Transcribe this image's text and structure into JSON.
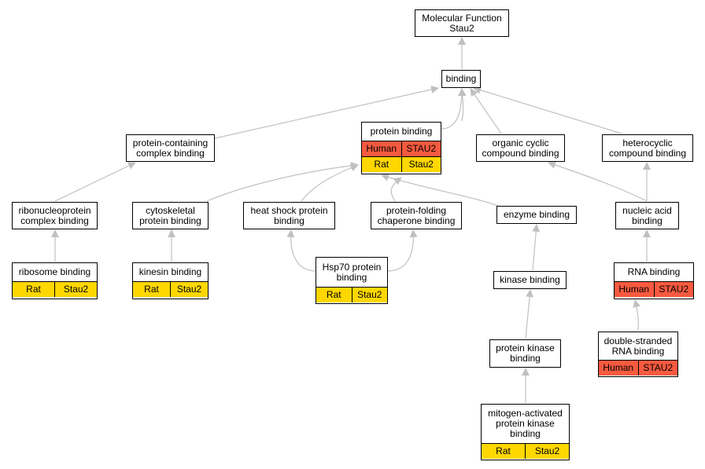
{
  "nodes": {
    "mf": "Molecular Function\nStau2",
    "binding": "binding",
    "pcc": "protein-containing\ncomplex binding",
    "pb": "protein binding",
    "occ": "organic cyclic\ncompound binding",
    "hcc": "heterocyclic\ncompound binding",
    "rnp": "ribonucleoprotein\ncomplex binding",
    "cyto": "cytoskeletal\nprotein binding",
    "hsp": "heat shock protein\nbinding",
    "pfc": "protein-folding\nchaperone binding",
    "enz": "enzyme binding",
    "nab": "nucleic acid\nbinding",
    "ribo": "ribosome binding",
    "kin": "kinesin binding",
    "hsp70": "Hsp70 protein\nbinding",
    "kinb": "kinase binding",
    "rna": "RNA binding",
    "pkb": "protein kinase\nbinding",
    "ds": "double-stranded\nRNA binding",
    "mapk": "mitogen-activated\nprotein kinase\nbinding"
  },
  "annotations": {
    "pb": [
      [
        "Human",
        "STAU2"
      ],
      [
        "Rat",
        "Stau2"
      ]
    ],
    "ribo": [
      [
        "Rat",
        "Stau2"
      ]
    ],
    "kin": [
      [
        "Rat",
        "Stau2"
      ]
    ],
    "hsp70": [
      [
        "Rat",
        "Stau2"
      ]
    ],
    "rna": [
      [
        "Human",
        "STAU2"
      ]
    ],
    "ds": [
      [
        "Human",
        "STAU2"
      ]
    ],
    "mapk": [
      [
        "Rat",
        "Stau2"
      ]
    ]
  },
  "colors": {
    "rat": "#ffd700",
    "human": "#f85a40",
    "edge": "#c0c0c0"
  }
}
